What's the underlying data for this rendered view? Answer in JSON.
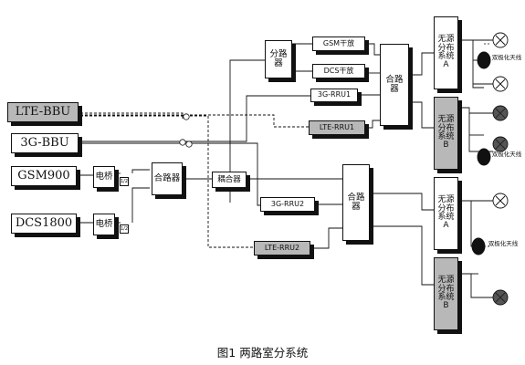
{
  "caption": "图1 两路室分系统",
  "sources": {
    "lte_bbu": "LTE-BBU",
    "g3_bbu": "3G-BBU",
    "gsm900": "GSM900",
    "dcs1800": "DCS1800"
  },
  "bridge_1": "电桥",
  "bridge_2": "电桥",
  "combiner_left": "合路器",
  "coupler": "耦合器",
  "splitter": "分路器",
  "gsm_amp": "GSM干放",
  "dcs_amp": "DCS干放",
  "rru_3g_1": "3G-RRU1",
  "rru_lte_1": "LTE-RRU1",
  "rru_3g_2": "3G-RRU2",
  "rru_lte_2": "LTE-RRU2",
  "combiner_top": "合路器",
  "combiner_bottom": "合路器",
  "das_1": "无源分布系统A",
  "das_2": "无源分布系统B",
  "das_3": "无源分布系统A",
  "das_4": "无源分布系统B",
  "antenna_label_1": "双极化天线",
  "antenna_label_2": "双极化天线",
  "antenna_label_3": "双极化天线",
  "load_mark": "1/2",
  "colors": {
    "line": "#111111",
    "grey_box": "#b8b8b8",
    "antenna_dark": "#555555"
  }
}
